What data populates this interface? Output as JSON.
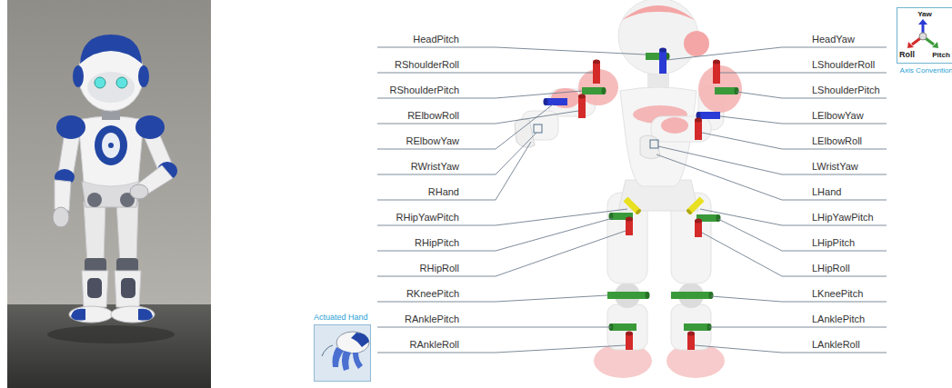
{
  "diagram": {
    "nodes": [
      {
        "text": [
          "Yaw",
          "Roll",
          "Pitch",
          "Axis Convention"
        ]
      },
      {
        "text": [
          "Actuated Hand"
        ]
      }
    ],
    "labels": [
      "HeadPitch",
      "HeadYaw",
      "RShoulderRoll",
      "LShoulderRoll",
      "RShoulderPitch",
      "LShoulderPitch",
      "RElbowRoll",
      "LElbowYaw",
      "RElbowYaw",
      "LElbowRoll",
      "RWristYaw",
      "LWristYaw",
      "RHand",
      "LHand",
      "RHipYawPitch",
      "LHipYawPitch",
      "RHipPitch",
      "LHipPitch",
      "RHipRoll",
      "LHipRoll",
      "RKneePitch",
      "LKneePitch",
      "RAnklePitch",
      "LAnklePitch",
      "RAnkleRoll",
      "LAnkleRoll"
    ]
  }
}
